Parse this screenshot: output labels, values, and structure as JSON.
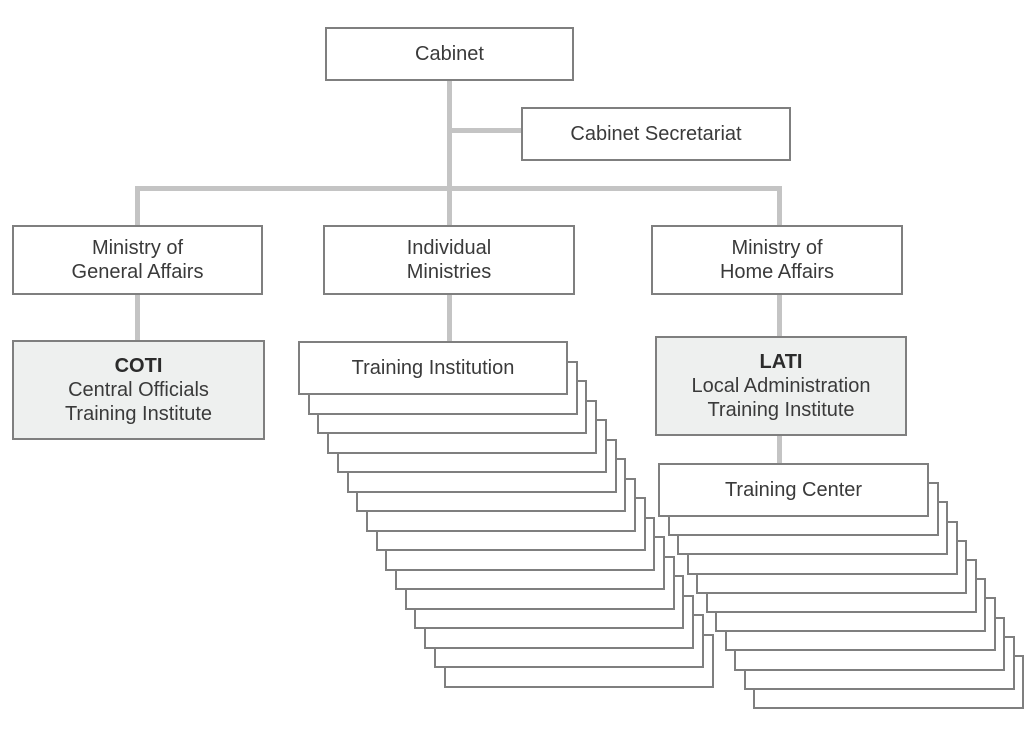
{
  "nodes": {
    "cabinet": {
      "label": "Cabinet"
    },
    "cabinet_secretariat": {
      "label": "Cabinet Secretariat"
    },
    "ministry_general_affairs": {
      "line1": "Ministry of",
      "line2": "General Affairs"
    },
    "individual_ministries": {
      "line1": "Individual",
      "line2": "Ministries"
    },
    "ministry_home_affairs": {
      "line1": "Ministry of",
      "line2": "Home Affairs"
    },
    "coti": {
      "abbr": "COTI",
      "line1": "Central Officials",
      "line2": "Training  Institute"
    },
    "training_institution": {
      "label": "Training Institution"
    },
    "lati": {
      "abbr": "LATI",
      "line1": "Local Administration",
      "line2": "Training  Institute"
    },
    "training_center": {
      "label": "Training Center"
    }
  },
  "colors": {
    "connector": "#c4c4c4",
    "border": "#7f7f7f",
    "shaded_fill": "#eef0ef",
    "text": "#3a3a3a"
  }
}
